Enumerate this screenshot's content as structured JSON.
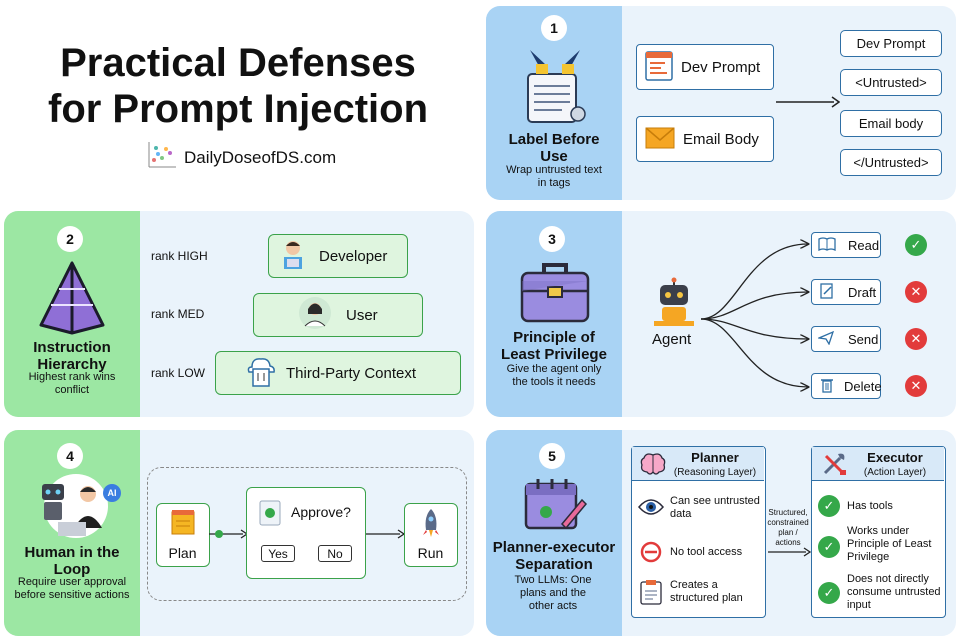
{
  "header": {
    "title_line1": "Practical Defenses",
    "title_line2": "for Prompt Injection",
    "brand": "DailyDoseofDS.com"
  },
  "panel1": {
    "number": "1",
    "title": "Label Before Use",
    "desc": "Wrap untrusted text in tags",
    "inputs": [
      "Dev Prompt",
      "Email Body"
    ],
    "outputs": [
      "Dev Prompt",
      "<Untrusted>",
      "Email body",
      "</Untrusted>"
    ]
  },
  "panel2": {
    "number": "2",
    "title": "Instruction Hierarchy",
    "desc": "Highest rank wins conflict",
    "ranks": [
      {
        "rank": "rank HIGH",
        "label": "Developer"
      },
      {
        "rank": "rank MED",
        "label": "User"
      },
      {
        "rank": "rank LOW",
        "label": "Third-Party Context"
      }
    ]
  },
  "panel3": {
    "number": "3",
    "title": "Principle of Least Privilege",
    "desc": "Give the agent only the tools it needs",
    "agent": "Agent",
    "tools": [
      {
        "label": "Read",
        "allowed": true
      },
      {
        "label": "Draft",
        "allowed": false
      },
      {
        "label": "Send",
        "allowed": false
      },
      {
        "label": "Delete",
        "allowed": false
      }
    ]
  },
  "panel4": {
    "number": "4",
    "title": "Human in the Loop",
    "desc": "Require user approval before sensitive actions",
    "ai_badge": "AI",
    "plan": "Plan",
    "approve": "Approve?",
    "yes": "Yes",
    "no": "No",
    "run": "Run"
  },
  "panel5": {
    "number": "5",
    "title": "Planner-executor Separation",
    "desc": "Two LLMs: One plans and the other acts",
    "planner_title": "Planner",
    "planner_sub": "(Reasoning Layer)",
    "planner_items": [
      "Can see untrusted data",
      "No tool access",
      "Creates a structured plan"
    ],
    "link_label": "Structured, constrained plan / actions",
    "executor_title": "Executor",
    "executor_sub": "(Action Layer)",
    "executor_items": [
      "Has tools",
      "Works under Principle of Least Privilege",
      "Does not directly consume untrusted input"
    ]
  },
  "colors": {
    "blue_side": "#a9d3f4",
    "green_side": "#9ce7a3",
    "panel_blue": "#eaf3fb",
    "ok": "#35a84a",
    "no": "#e23b3b"
  }
}
